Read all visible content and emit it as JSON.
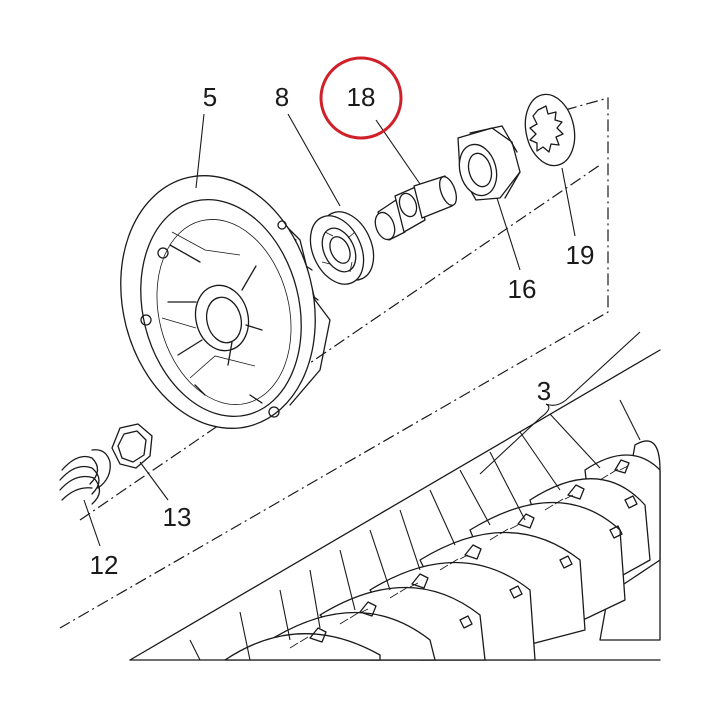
{
  "diagram": {
    "labels": {
      "part_5": "5",
      "part_8": "8",
      "part_18": "18",
      "part_16": "16",
      "part_19": "19",
      "part_3": "3",
      "part_13": "13",
      "part_12": "12"
    },
    "highlight": {
      "part": "18",
      "color": "#d0202a"
    },
    "line_color": "#1a1a1a"
  }
}
